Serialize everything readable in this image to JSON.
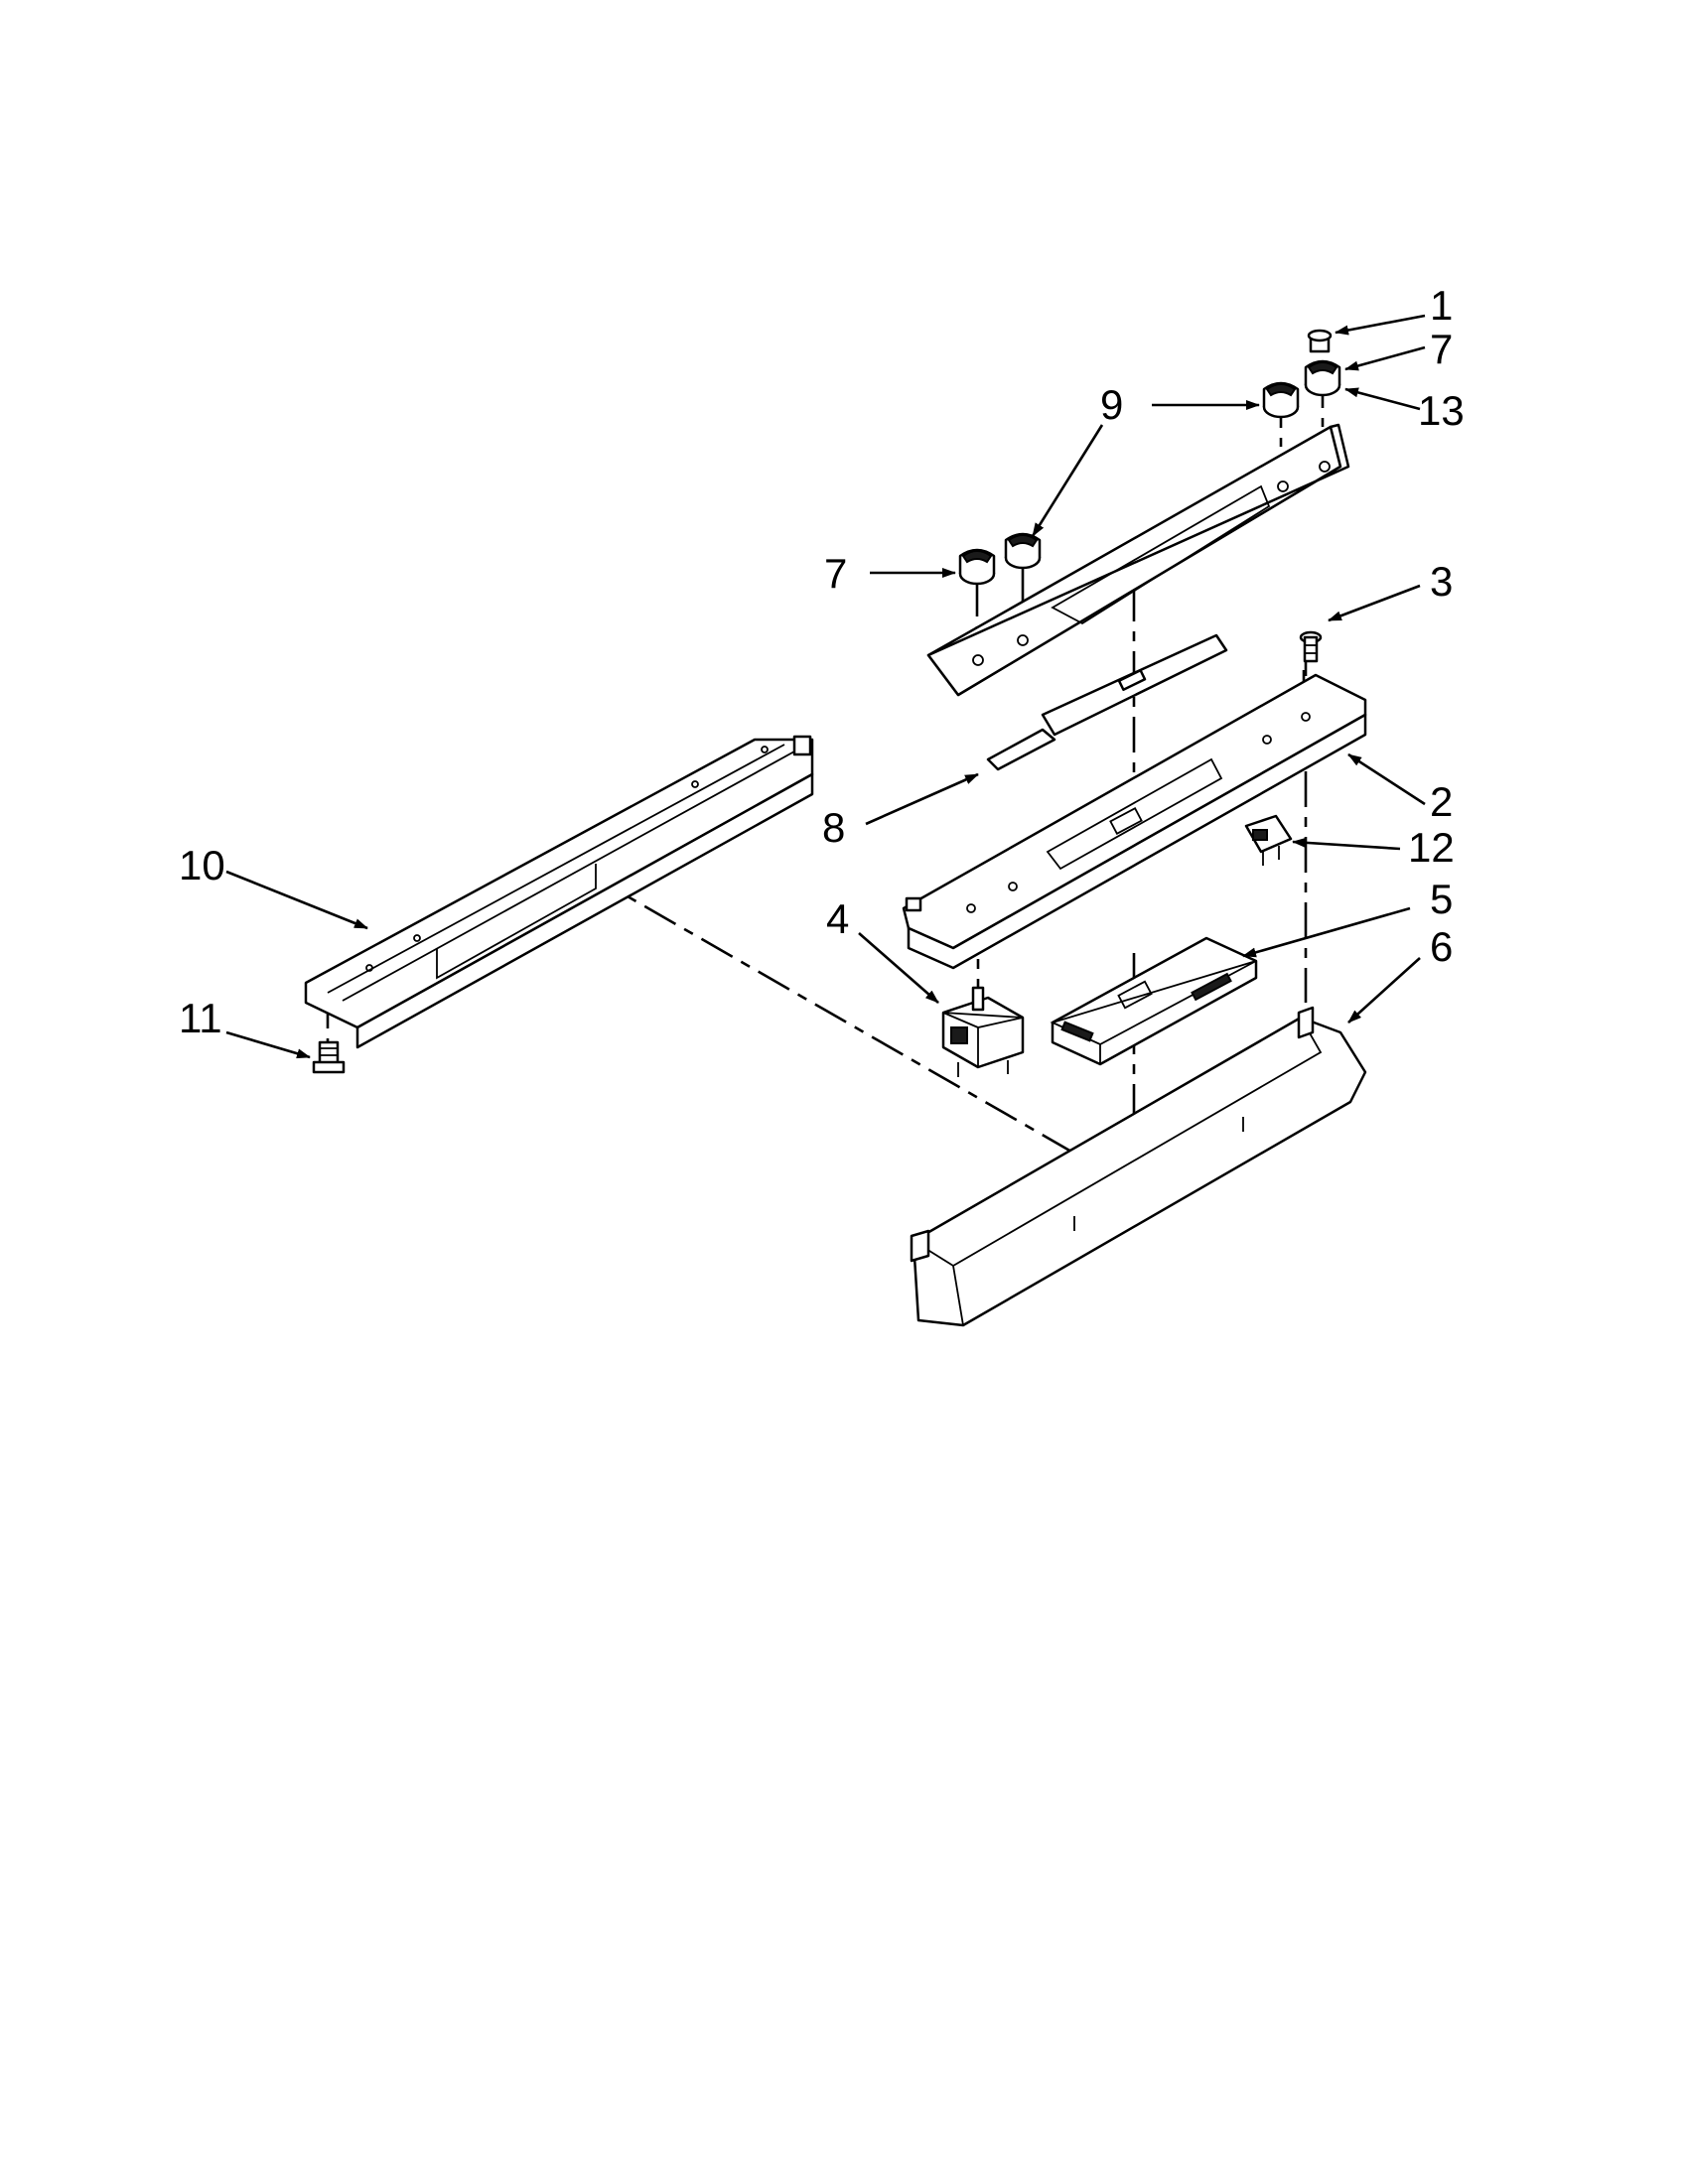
{
  "diagram": {
    "callouts": [
      {
        "id": "c1",
        "label": "1"
      },
      {
        "id": "c7a",
        "label": "7"
      },
      {
        "id": "c9",
        "label": "9"
      },
      {
        "id": "c13",
        "label": "13"
      },
      {
        "id": "c7b",
        "label": "7"
      },
      {
        "id": "c3",
        "label": "3"
      },
      {
        "id": "c2",
        "label": "2"
      },
      {
        "id": "c8",
        "label": "8"
      },
      {
        "id": "c12",
        "label": "12"
      },
      {
        "id": "c10",
        "label": "10"
      },
      {
        "id": "c4",
        "label": "4"
      },
      {
        "id": "c5",
        "label": "5"
      },
      {
        "id": "c6",
        "label": "6"
      },
      {
        "id": "c11",
        "label": "11"
      }
    ]
  }
}
